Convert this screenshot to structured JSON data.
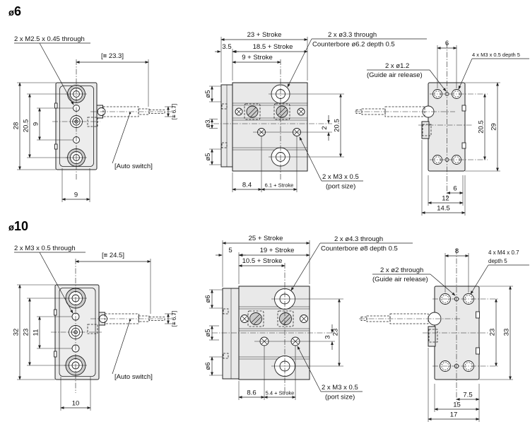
{
  "sizes": {
    "s6": {
      "title": {
        "symbol": "ø",
        "number": "6"
      },
      "front": {
        "thread_label": "2 x M2.5 x 0.45 through",
        "ref_width": "[≡ 23.3]",
        "ref_rod": "[≡ 6.7]",
        "height": "28",
        "mount_span": "20.5",
        "thread_span": "9",
        "body_width": "9",
        "auto_switch": "[Auto switch]"
      },
      "top": {
        "len_total": "23 + Stroke",
        "len_body": "18.5 + Stroke",
        "len_front": "9 + Stroke",
        "flange": "3.5",
        "dia_top": "ø5",
        "dia_rod": "ø3",
        "dia_bottom": "ø5",
        "mount_span": "20.5",
        "port_offset": "2",
        "port_x": "8.4",
        "port_pitch": "6.1 + Stroke",
        "through_label": "2 x ø3.3 through",
        "cbore_label": "Counterbore ø6.2 depth 0.5",
        "port_label": "2 x M3 x 0.5",
        "port_note": "(port size)"
      },
      "rear": {
        "pitch_top": "6",
        "thread_label": "4 x M3 x 0.5 depth 5",
        "guide_label": "2 x ø1.2",
        "guide_note": "(Guide air release)",
        "mount_span": "20.5",
        "height": "29",
        "half_width": "6",
        "inner_width": "12",
        "full_width": "14.5"
      }
    },
    "s10": {
      "title": {
        "symbol": "ø",
        "number": "10"
      },
      "front": {
        "thread_label": "2 x M3 x 0.5 through",
        "ref_width": "[≡ 24.5]",
        "ref_rod": "[≡ 6.7]",
        "height": "32",
        "mount_span": "23",
        "thread_span": "11",
        "body_width": "10",
        "auto_switch": "[Auto switch]"
      },
      "top": {
        "len_total": "25 + Stroke",
        "len_body": "19 + Stroke",
        "len_front": "10.5 + Stroke",
        "flange": "5",
        "dia_top": "ø6",
        "dia_rod": "ø5",
        "dia_bottom": "ø6",
        "mount_span": "23",
        "port_offset": "3",
        "port_x": "8.6",
        "port_pitch": "5.4 + Stroke",
        "through_label": "2 x ø4.3 through",
        "cbore_label": "Counterbore ø8 depth 0.5",
        "port_label": "2 x M3 x 0.5",
        "port_note": "(port size)"
      },
      "rear": {
        "pitch_top": "8",
        "thread_label_1": "4 x M4 x 0.7",
        "thread_label_2": "depth 5",
        "guide_label": "2 x ø2 through",
        "guide_note": "(Guide air release)",
        "mount_span": "23",
        "height": "33",
        "half_width": "7.5",
        "inner_width": "15",
        "full_width": "17"
      }
    }
  }
}
